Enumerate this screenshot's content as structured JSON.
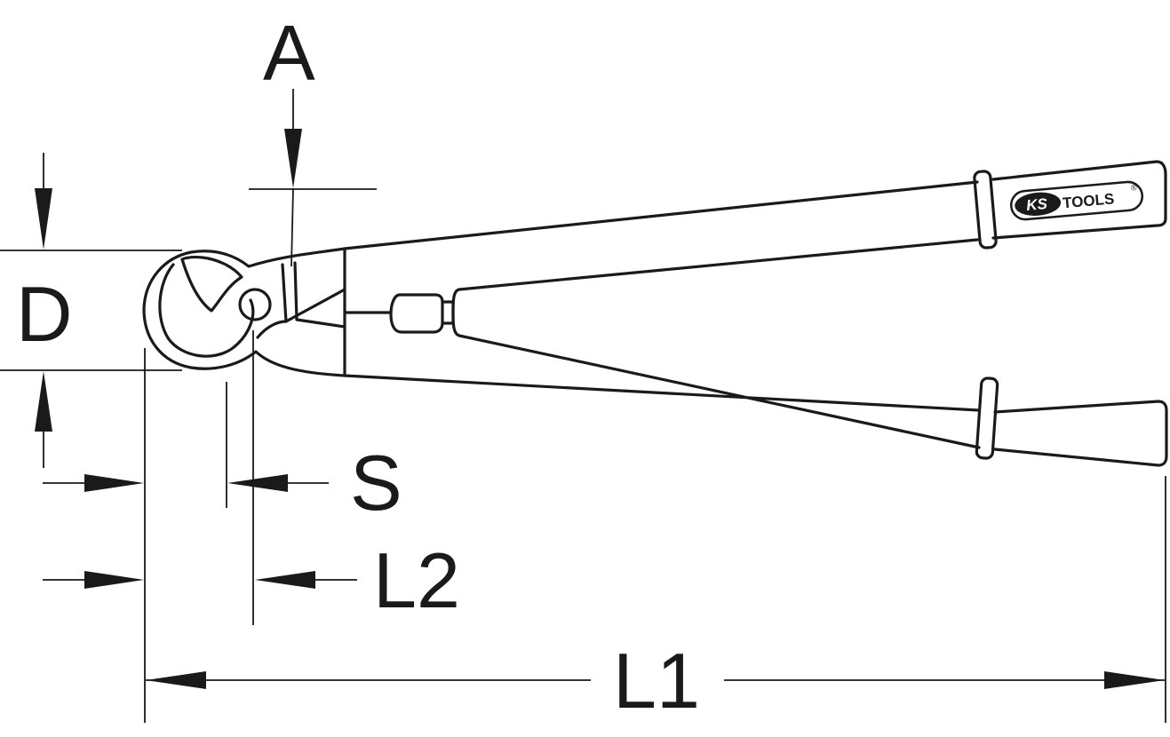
{
  "labels": {
    "a": "A",
    "d": "D",
    "s": "S",
    "l2": "L2",
    "l1": "L1"
  },
  "brand": {
    "ks": "KS",
    "tools": "TOOLS",
    "registered": "®"
  },
  "colors": {
    "line": "#1a1a1a",
    "background": "#ffffff"
  }
}
